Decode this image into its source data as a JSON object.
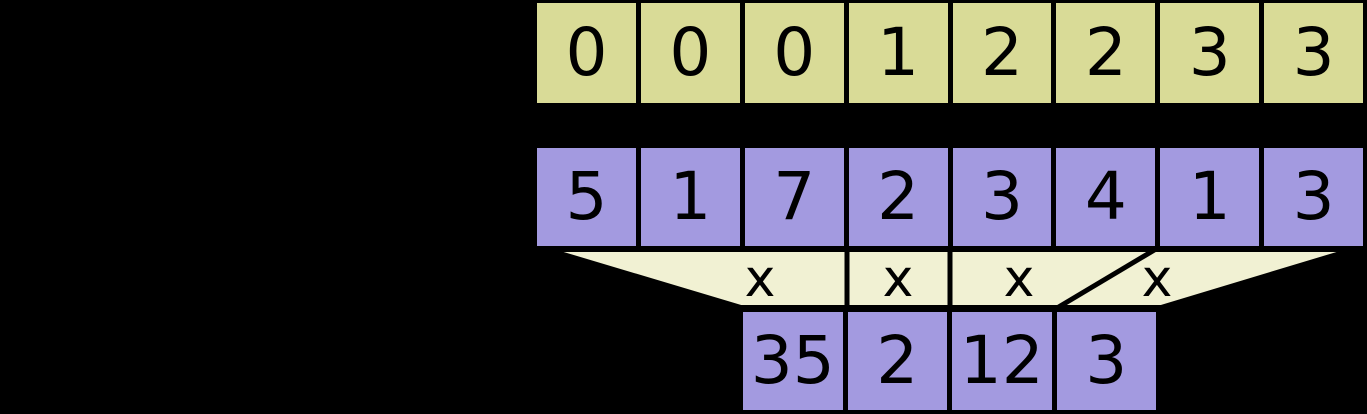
{
  "diagram": {
    "kind": "segmented-reduction",
    "rows": {
      "segment_indices": {
        "cells": [
          "0",
          "0",
          "0",
          "1",
          "2",
          "2",
          "3",
          "3"
        ]
      },
      "values": {
        "cells": [
          "5",
          "1",
          "7",
          "2",
          "3",
          "4",
          "1",
          "3"
        ]
      },
      "results": {
        "cells": [
          "35",
          "2",
          "12",
          "3"
        ]
      }
    },
    "funnel": {
      "operators": [
        "x",
        "x",
        "x",
        "x"
      ]
    },
    "colors": {
      "background": "#000000",
      "segment_index_cell": "#d9db97",
      "value_cell": "#a39ae0",
      "funnel_fill": "#f1f1d3",
      "border": "#000000",
      "text": "#000000"
    }
  }
}
